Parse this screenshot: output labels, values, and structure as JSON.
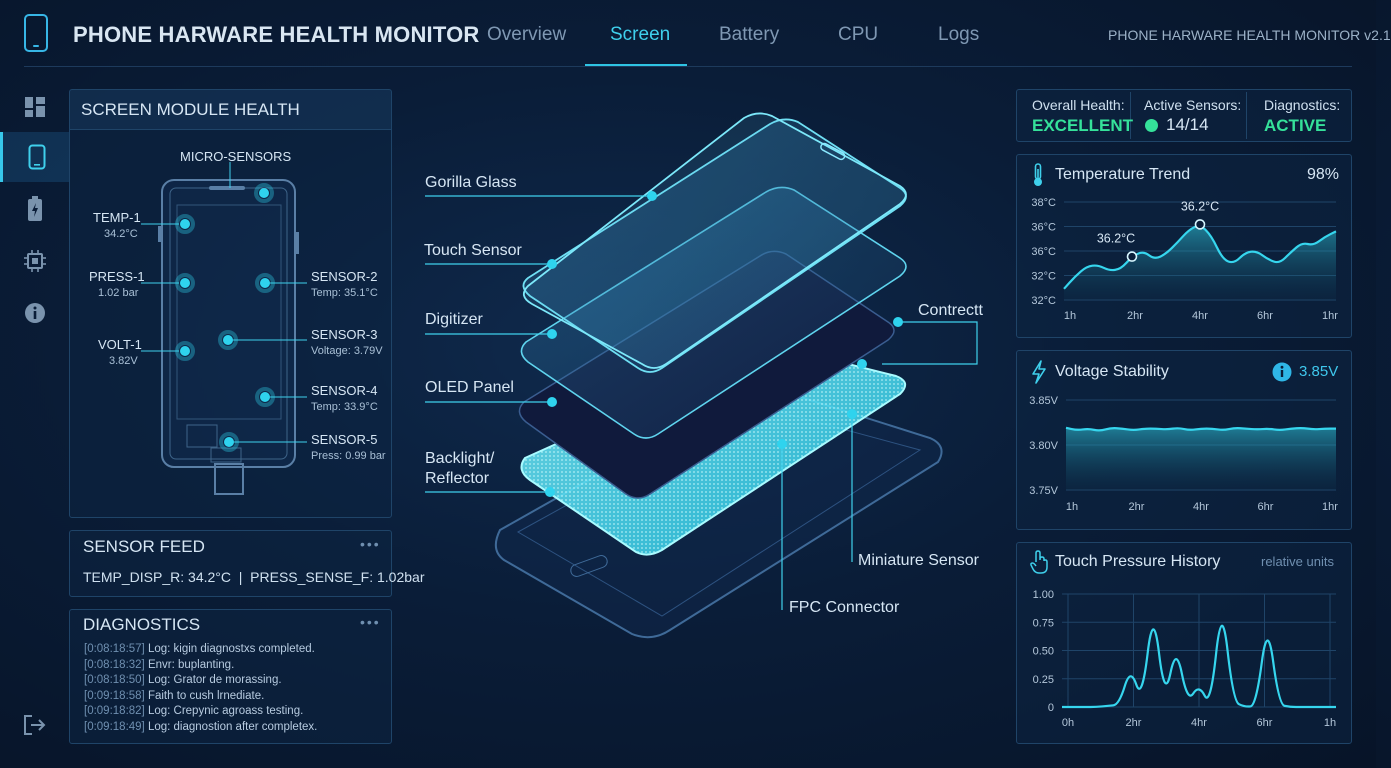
{
  "header": {
    "title": "PHONE HARWARE HEALTH MONITOR",
    "version": "PHONE HARWARE HEALTH MONITOR v2.1",
    "tabs": [
      {
        "label": "Overview"
      },
      {
        "label": "Screen"
      },
      {
        "label": "Battery"
      },
      {
        "label": "CPU"
      },
      {
        "label": "Logs"
      }
    ],
    "active_tab": "Screen"
  },
  "sidebar": {
    "items": [
      {
        "icon": "dashboard-icon"
      },
      {
        "icon": "phone-icon"
      },
      {
        "icon": "battery-icon"
      },
      {
        "icon": "chip-icon"
      },
      {
        "icon": "info-icon"
      }
    ],
    "footer_icon": "logout-icon"
  },
  "screen_module": {
    "title": "SCREEN MODULE HEALTH",
    "micro_label": "MICRO-SENSORS",
    "sensors": [
      {
        "name": "TEMP-1",
        "value": "34.2°C"
      },
      {
        "name": "PRESS-1",
        "value": "1.02 bar"
      },
      {
        "name": "VOLT-1",
        "value": "3.82V"
      },
      {
        "name": "SENSOR-2",
        "value": "Temp: 35.1°C"
      },
      {
        "name": "SENSOR-3",
        "value": "Voltage: 3.79V"
      },
      {
        "name": "SENSOR-4",
        "value": "Temp: 33.9°C"
      },
      {
        "name": "SENSOR-5",
        "value": "Press: 0.99 bar"
      }
    ]
  },
  "sensor_feed": {
    "title": "SENSOR FEED",
    "line": "TEMP_DISP_R: 34.2°C  |  PRESS_SENSE_F: 1.02bar"
  },
  "diagnostics": {
    "title": "DIAGNOSTICS",
    "logs": [
      {
        "ts": "[0:08:18:57]",
        "msg": "Log: kigin diagnostxs completed."
      },
      {
        "ts": "[0:08:18:32]",
        "msg": "Envr: buplanting."
      },
      {
        "ts": "[0:08:18:50]",
        "msg": "Log: Grator de morassing."
      },
      {
        "ts": "[0:09:18:58]",
        "msg": "Faith to cush lrnediate."
      },
      {
        "ts": "[0:09:18:82]",
        "msg": "Log: Crepynic agroass testing."
      },
      {
        "ts": "[0:09:18:49]",
        "msg": "Log: diagnostion after completex."
      }
    ]
  },
  "layers": {
    "labels": {
      "gorilla": "Gorilla Glass",
      "touch": "Touch Sensor",
      "digitizer": "Digitizer",
      "oled": "OLED Panel",
      "backlight1": "Backlight/",
      "backlight2": "Reflector",
      "contrect": "Contrectt",
      "miniature": "Miniature Sensor",
      "fpc": "FPC Connector"
    }
  },
  "status": {
    "overall_label": "Overall Health:",
    "overall_value": "EXCELLENT",
    "sensors_label": "Active Sensors:",
    "sensors_value": "14/14",
    "diag_label": "Diagnostics:",
    "diag_value": "ACTIVE",
    "ok_color": "#35e19a"
  },
  "chart_data": [
    {
      "type": "area",
      "title": "Temperature Trend",
      "badge": "98%",
      "y_ticks": [
        "38°C",
        "36°C",
        "36°C",
        "32°C",
        "32°C"
      ],
      "x_ticks": [
        "1h",
        "2hr",
        "4hr",
        "6hr",
        "1hr"
      ],
      "annotations": [
        "36.2°C",
        "36.2°C"
      ],
      "values": [
        32.3,
        33.2,
        33.9,
        34.0,
        33.6,
        33.7,
        34.6,
        35.0,
        34.4,
        34.8,
        35.6,
        36.5,
        36.9,
        36.1,
        34.4,
        34.1,
        34.9,
        35.0,
        34.4,
        34.1,
        34.9,
        35.6,
        35.4,
        36.0,
        36.4
      ],
      "ylim": [
        31.5,
        38.5
      ]
    },
    {
      "type": "area",
      "title": "Voltage Stability",
      "badge": "3.85V",
      "y_ticks": [
        "3.85V",
        "3.80V",
        "3.75V"
      ],
      "x_ticks": [
        "1h",
        "2hr",
        "4hr",
        "6hr",
        "1hr"
      ],
      "values": [
        3.821,
        3.818,
        3.82,
        3.817,
        3.821,
        3.82,
        3.818,
        3.82,
        3.82,
        3.819,
        3.821,
        3.818,
        3.82,
        3.82,
        3.818,
        3.821,
        3.82,
        3.819,
        3.82,
        3.818,
        3.82,
        3.821,
        3.819,
        3.82,
        3.82
      ],
      "ylim": [
        3.745,
        3.855
      ]
    },
    {
      "type": "line",
      "title": "Touch Pressure History",
      "badge": "relative units",
      "y_ticks": [
        "1.00",
        "0.75",
        "0.50",
        "0.25",
        "0"
      ],
      "x_ticks": [
        "0h",
        "2hr",
        "4hr",
        "6hr",
        "1h"
      ],
      "values": [
        0.0,
        0.0,
        0.0,
        0.0,
        0.01,
        0.02,
        0.35,
        0.05,
        0.9,
        0.05,
        0.55,
        0.04,
        0.2,
        0.0,
        0.95,
        0.05,
        0.0,
        0.01,
        0.78,
        0.02,
        0.0,
        0.0,
        0.0,
        0.0,
        0.0
      ],
      "ylim": [
        0,
        1.0
      ]
    }
  ]
}
